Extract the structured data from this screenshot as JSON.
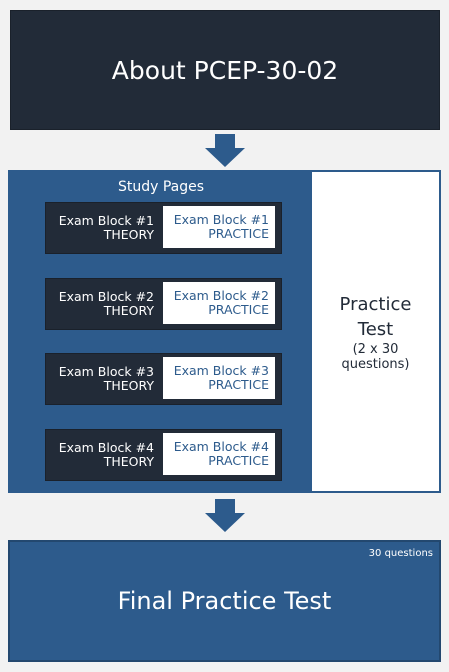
{
  "about": {
    "title": "About PCEP-30-02"
  },
  "study": {
    "title": "Study Pages",
    "blocks": [
      {
        "theory_line1": "Exam Block #1",
        "theory_line2": "THEORY",
        "practice_line1": "Exam Block #1",
        "practice_line2": "PRACTICE"
      },
      {
        "theory_line1": "Exam Block #2",
        "theory_line2": "THEORY",
        "practice_line1": "Exam Block #2",
        "practice_line2": "PRACTICE"
      },
      {
        "theory_line1": "Exam Block #3",
        "theory_line2": "THEORY",
        "practice_line1": "Exam Block #3",
        "practice_line2": "PRACTICE"
      },
      {
        "theory_line1": "Exam Block #4",
        "theory_line2": "THEORY",
        "practice_line1": "Exam Block #4",
        "practice_line2": "PRACTICE"
      }
    ]
  },
  "practice_test": {
    "line1": "Practice",
    "line2": "Test",
    "line3": "(2 x 30",
    "line4": "questions)"
  },
  "final": {
    "count": "30 questions",
    "title": "Final Practice Test"
  },
  "colors": {
    "dark_navy": "#222b38",
    "blue": "#2d5b8c",
    "white": "#ffffff",
    "background": "#f2f2f2"
  },
  "icons": [
    "down-arrow-icon",
    "down-arrow-icon"
  ]
}
